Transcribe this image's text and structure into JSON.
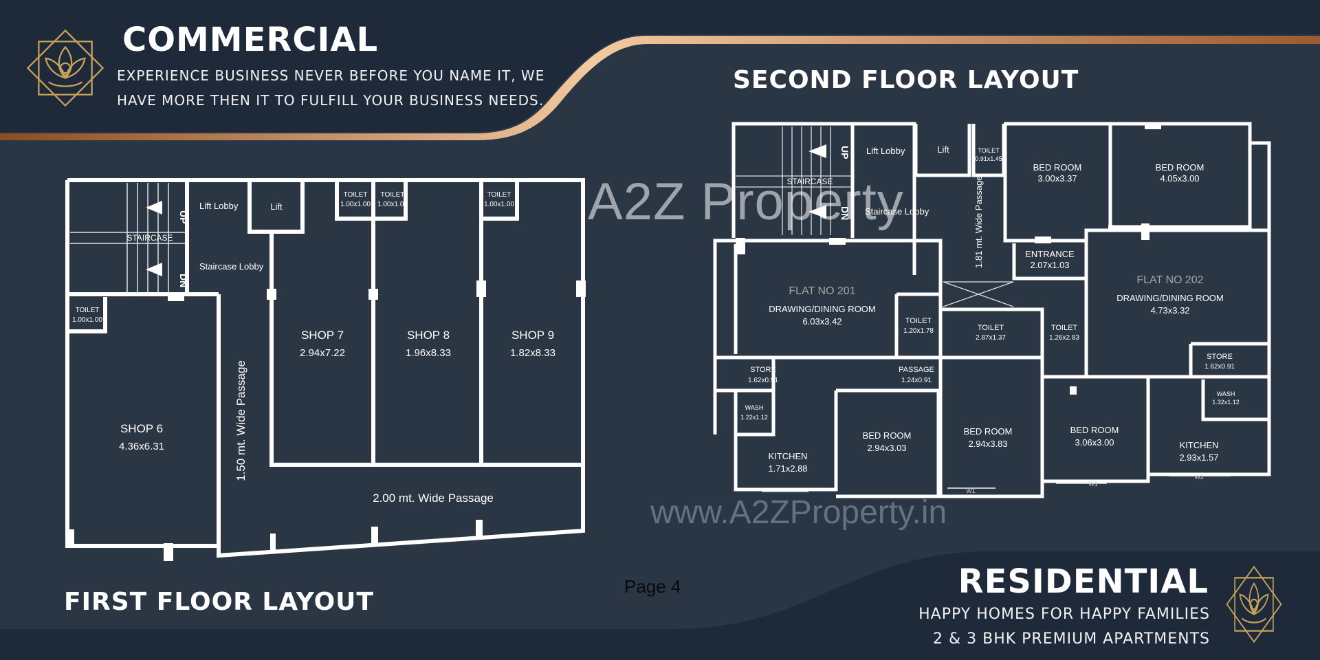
{
  "commercial": {
    "title": "COMMERCIAL",
    "tagline_line1": "EXPERIENCE BUSINESS NEVER BEFORE YOU NAME IT, WE",
    "tagline_line2": "HAVE MORE THEN IT TO FULFILL YOUR BUSINESS NEEDS."
  },
  "residential": {
    "title": "RESIDENTIAL",
    "tagline_line1": "HAPPY HOMES FOR HAPPY FAMILIES",
    "tagline_line2": "2 & 3 BHK PREMIUM APARTMENTS"
  },
  "first_floor": {
    "title": "FIRST FLOOR LAYOUT",
    "staircase": "STAIRCASE",
    "up": "UP",
    "dn": "DN",
    "lift_lobby": "Lift Lobby",
    "lift": "Lift",
    "staircase_lobby": "Staircase Lobby",
    "toilet_label": "TOILET",
    "toilet_size": "1.00x1.00",
    "shop6_name": "SHOP 6",
    "shop6_size": "4.36x6.31",
    "shop7_name": "SHOP 7",
    "shop7_size": "2.94x7.22",
    "shop8_name": "SHOP 8",
    "shop8_size": "1.96x8.33",
    "shop9_name": "SHOP 9",
    "shop9_size": "1.82x8.33",
    "passage_vertical": "1.50 mt. Wide Passage",
    "passage_horizontal": "2.00 mt. Wide Passage"
  },
  "second_floor": {
    "title": "SECOND FLOOR LAYOUT",
    "staircase": "STAIRCASE",
    "up": "UP",
    "dn": "DN",
    "lift_lobby": "Lift Lobby",
    "lift": "Lift",
    "staircase_lobby": "Staircase Lobby",
    "passage_vertical": "1.81 mt. Wide Passage",
    "toilet_a": "TOILET",
    "toilet_a_size": "0.91x1.45",
    "bed1": "BED ROOM",
    "bed1_size": "3.00x3.37",
    "bed2": "BED ROOM",
    "bed2_size": "4.05x3.00",
    "entrance": "ENTRANCE",
    "entrance_size": "2.07x1.03",
    "flat201": "FLAT NO 201",
    "flat202": "FLAT NO 202",
    "dining201": "DRAWING/DINING ROOM",
    "dining201_size": "6.03x3.42",
    "dining202": "DRAWING/DINING ROOM",
    "dining202_size": "4.73x3.32",
    "toilet_b": "TOILET",
    "toilet_b_size": "1.20x1.78",
    "toilet_c": "TOILET",
    "toilet_c_size": "2.87x1.37",
    "toilet_d": "TOILET",
    "toilet_d_size": "1.26x2.83",
    "store_a": "STORE",
    "store_a_size": "1.62x0.91",
    "store_b": "STORE",
    "store_b_size": "1.62x0.91",
    "passage": "PASSAGE",
    "passage_size": "1.24x0.91",
    "wash_a": "WASH",
    "wash_a_size": "1.22x1.12",
    "wash_b": "WASH",
    "wash_b_size": "1.32x1.12",
    "kitchen_a": "KITCHEN",
    "kitchen_a_size": "1.71x2.88",
    "kitchen_b": "KITCHEN",
    "kitchen_b_size": "2.93x1.57",
    "bed3": "BED ROOM",
    "bed3_size": "2.94x3.03",
    "bed4": "BED ROOM",
    "bed4_size": "2.94x3.83",
    "bed5": "BED ROOM",
    "bed5_size": "3.06x3.00",
    "w1": "W1",
    "w2": "W1",
    "w3": "W2"
  },
  "watermark": {
    "logo_text": "A2Z Property",
    "url": "www.A2ZProperty.in"
  },
  "page_label": "Page 4",
  "colors": {
    "background": "#2b3644",
    "band": "#1e2a3a",
    "copper": "#c98a55",
    "gold": "#c9a35b",
    "wall": "#ffffff"
  }
}
